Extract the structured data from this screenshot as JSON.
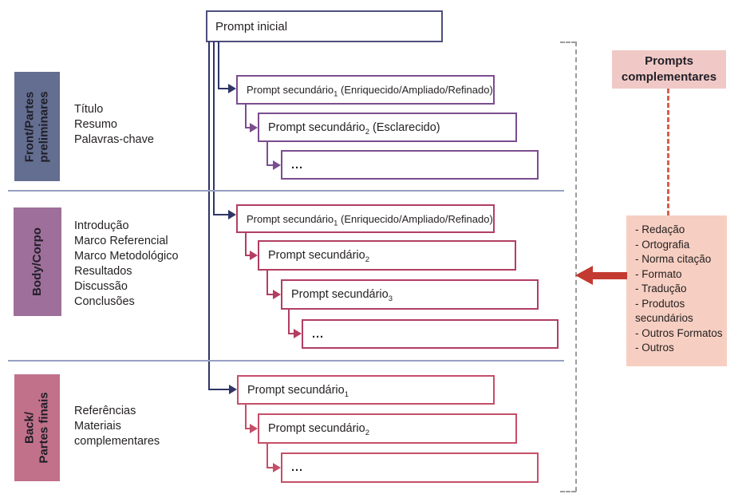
{
  "title_box": {
    "label": "Prompt inicial"
  },
  "sections": [
    {
      "name": "front",
      "label_lines": [
        "Front/Partes",
        "preliminares"
      ],
      "items": [
        "Título",
        "Resumo",
        "Palavras-chave"
      ],
      "cascade": [
        {
          "main": "Prompt secundário",
          "sub": "1",
          "suffix": " (Enriquecido/Ampliado/Refinado)"
        },
        {
          "main": "Prompt secundário",
          "sub": "2",
          "suffix": " (Esclarecido)"
        },
        {
          "main": "...",
          "sub": "",
          "suffix": ""
        }
      ]
    },
    {
      "name": "body",
      "label_lines": [
        "Body/Corpo"
      ],
      "items": [
        "Introdução",
        "Marco Referencial",
        "Marco Metodológico",
        "Resultados",
        "Discussão",
        "Conclusões"
      ],
      "cascade": [
        {
          "main": "Prompt secundário",
          "sub": "1",
          "suffix": " (Enriquecido/Ampliado/Refinado)"
        },
        {
          "main": "Prompt secundário",
          "sub": "2",
          "suffix": ""
        },
        {
          "main": "Prompt secundário",
          "sub": "3",
          "suffix": ""
        },
        {
          "main": "...",
          "sub": "",
          "suffix": ""
        }
      ]
    },
    {
      "name": "back",
      "label_lines": [
        "Back/",
        "Partes finais"
      ],
      "items": [
        "Referências",
        "Materiais",
        "complementares"
      ],
      "cascade": [
        {
          "main": "Prompt secundário",
          "sub": "1",
          "suffix": ""
        },
        {
          "main": "Prompt secundário",
          "sub": "2",
          "suffix": ""
        },
        {
          "main": "...",
          "sub": "",
          "suffix": ""
        }
      ]
    }
  ],
  "complementary": {
    "title_lines": [
      "Prompts",
      "complementares"
    ],
    "items": [
      "- Redação",
      "- Ortografia",
      "- Norma citação",
      "- Formato",
      "- Tradução",
      "- Produtos",
      "secundários",
      "- Outros Formatos",
      "- Outros"
    ]
  },
  "colors": {
    "front_label_bg": "#636e90",
    "body_label_bg": "#9e6f9a",
    "back_label_bg": "#c1718a",
    "front_box_border": "#7b4d8f",
    "body_box_border": "#b23e62",
    "back_box_border": "#c54f68",
    "initial_box_border": "#4d4f7c",
    "trunk_line": "#2f3566",
    "divider": "#96a0c2",
    "complementary_bg": "#f0c9c6",
    "complementary_list_bg": "#f7cfc2",
    "red_arrow": "#c33a31",
    "red_dashed": "#d5604c",
    "gray_dashed": "#9b9b9b"
  }
}
